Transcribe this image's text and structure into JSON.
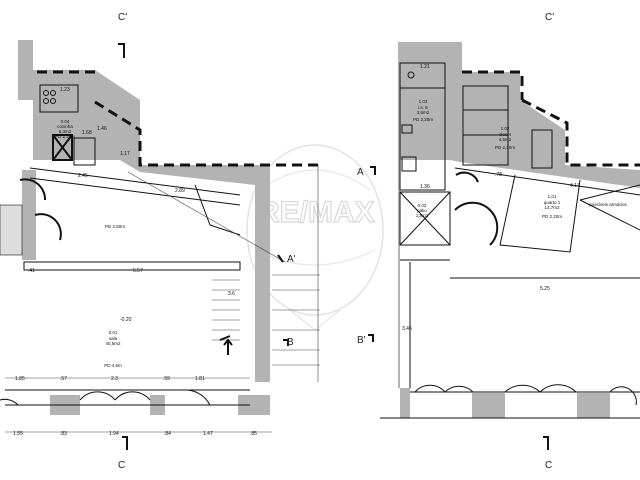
{
  "watermark": "RE/MAX",
  "left_plan": {
    "section_marks": {
      "top": "C'",
      "bottom": "C",
      "a": "A'",
      "b": "B"
    },
    "rooms": [
      {
        "code": "0.04",
        "name": "cozinha",
        "area": "5,3m2",
        "height": "PD 2,20m"
      },
      {
        "code": "0.01",
        "name": "sala",
        "area": "40,5m2",
        "height": "PD 4,5m"
      }
    ],
    "mezzanine_height": "PD 2,50m",
    "level": "-0.20",
    "dimensions": {
      "kitchen_width": "1.23",
      "kitchen_diag": "1.46",
      "kitchen_inner": "1.68",
      "kitchen_depth": "1.17",
      "upper_a": "2.45",
      "upper_b": "2.89",
      "mezz_width": "5.57",
      "left_small": ".41",
      "stair": "3.6"
    },
    "front_dims_inner": [
      "1.85",
      ".57",
      "2.3",
      ".59",
      "1.81"
    ],
    "front_dims_outer": [
      "1.55",
      ".83",
      "1.94",
      ".84",
      "1.47",
      ".85"
    ]
  },
  "right_plan": {
    "section_marks": {
      "top": "C'",
      "bottom": "C",
      "a": "A",
      "b": "B'"
    },
    "rooms": [
      {
        "code": "1.03",
        "name": "i.s. 5",
        "area": "3,6m2",
        "height": "PD 2,20m"
      },
      {
        "code": "1.02",
        "name": "closet",
        "area": "4,5m2",
        "height": "PD 2,20m"
      },
      {
        "code": "1.01",
        "name": "quarto 1",
        "area": "14,7m2",
        "height": "PD 2,20m"
      },
      {
        "code": "0.02",
        "name": "pátio",
        "area": "1,8m2",
        "height": ""
      }
    ],
    "note": "possíveis armários",
    "dimensions": {
      "bath_width": "1.21",
      "bath_bottom": "1.36",
      "upper_diag": "4.17",
      "small": ".78",
      "room_width": "5.25",
      "side_height": "3.46"
    }
  }
}
